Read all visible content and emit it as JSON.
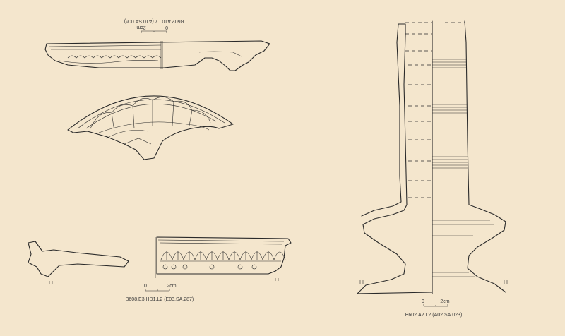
{
  "drawings": {
    "top_fragment": {
      "label": "B602.A10.L7 (A10.SA.006)",
      "scale_zero": "0",
      "scale_unit": "2cm"
    },
    "bottom_fragment": {
      "label": "B608.E3.HD1.L2 (E03.SA.287)",
      "scale_zero": "0",
      "scale_unit": "2cm"
    },
    "stand_fragment": {
      "label": "B602.A2.L2 (A02.SA.023)",
      "scale_zero": "0",
      "scale_unit": "2cm"
    }
  },
  "colors": {
    "background": "#f4e6cd",
    "ink": "#2a2a2a"
  }
}
